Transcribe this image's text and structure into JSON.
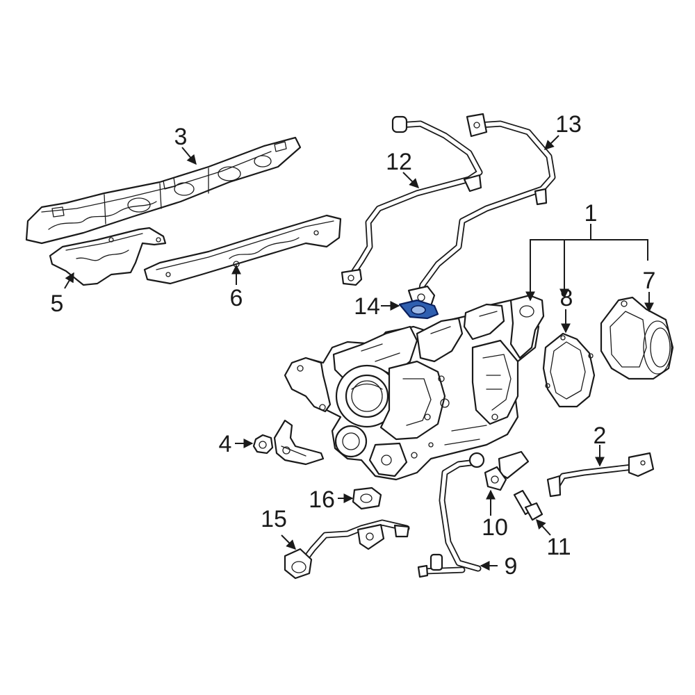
{
  "diagram": {
    "callouts": [
      {
        "id": "1",
        "label": "1"
      },
      {
        "id": "2",
        "label": "2"
      },
      {
        "id": "3",
        "label": "3"
      },
      {
        "id": "4",
        "label": "4"
      },
      {
        "id": "5",
        "label": "5"
      },
      {
        "id": "6",
        "label": "6"
      },
      {
        "id": "7",
        "label": "7"
      },
      {
        "id": "8",
        "label": "8"
      },
      {
        "id": "9",
        "label": "9"
      },
      {
        "id": "10",
        "label": "10"
      },
      {
        "id": "11",
        "label": "11"
      },
      {
        "id": "12",
        "label": "12"
      },
      {
        "id": "13",
        "label": "13"
      },
      {
        "id": "14",
        "label": "14"
      },
      {
        "id": "15",
        "label": "15"
      },
      {
        "id": "16",
        "label": "16"
      }
    ],
    "colors": {
      "line": "#1a1a1a",
      "background": "#ffffff",
      "highlight_fill": "#2f5fb0",
      "highlight_stroke": "#0a1f5c"
    },
    "highlighted_part": "14"
  }
}
